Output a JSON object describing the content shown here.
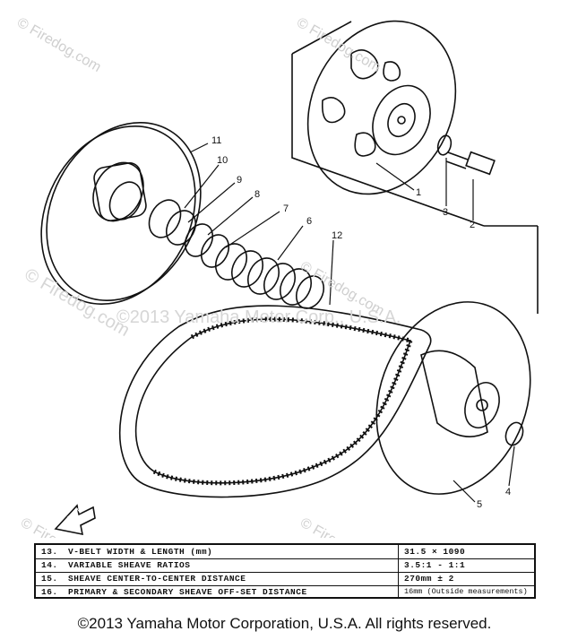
{
  "watermarks": {
    "site": "© Firedog.com",
    "owner": "©2013 Yamaha Motor Corp., U.S.A."
  },
  "callouts": [
    "1",
    "2",
    "3",
    "4",
    "5",
    "6",
    "7",
    "8",
    "9",
    "10",
    "11",
    "12"
  ],
  "fwd_label": "FWD",
  "spec_table": [
    {
      "num": "13.",
      "desc": "V-BELT WIDTH & LENGTH (mm)",
      "value": "31.5 × 1090"
    },
    {
      "num": "14.",
      "desc": "VARIABLE SHEAVE RATIOS",
      "value": "3.5:1 - 1:1"
    },
    {
      "num": "15.",
      "desc": "SHEAVE CENTER-TO-CENTER DISTANCE",
      "value": "270mm ± 2"
    },
    {
      "num": "16.",
      "desc": "PRIMARY & SECONDARY SHEAVE OFF-SET DISTANCE",
      "value": "16mm (Outside measurements)"
    }
  ],
  "copyright": "©2013 Yamaha Motor Corporation, U.S.A. All rights reserved."
}
